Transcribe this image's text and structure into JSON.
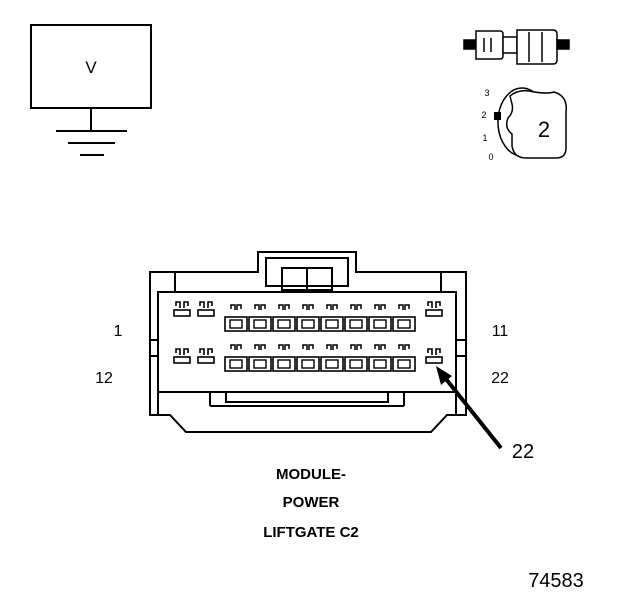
{
  "meter": {
    "symbol": "V"
  },
  "selector": {
    "positions": [
      "3",
      "2",
      "1",
      "0"
    ],
    "selected": "2"
  },
  "connector": {
    "pin_labels": {
      "top_left": "1",
      "top_right": "11",
      "bottom_left": "12",
      "bottom_right": "22"
    },
    "callout": "22",
    "title_lines": [
      "MODULE-",
      "POWER",
      "LIFTGATE C2"
    ]
  },
  "figure_number": "74583"
}
